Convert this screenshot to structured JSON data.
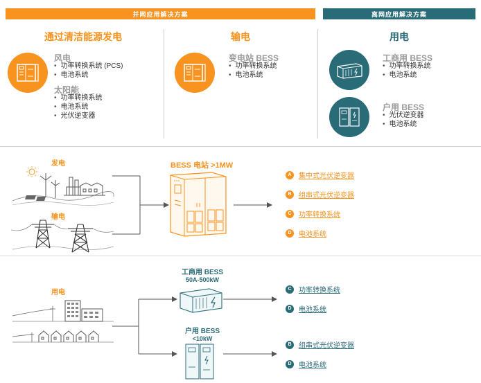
{
  "banners": {
    "grid_tied": "并网应用解决方案",
    "off_grid": "离网应用解决方案"
  },
  "columns": {
    "generation": {
      "title": "通过清洁能源发电",
      "groups": [
        {
          "title": "风电",
          "items": [
            "功率转换系统 (PCS)",
            "电池系统"
          ]
        },
        {
          "title": "太阳能",
          "items": [
            "功率转换系统",
            "电池系统",
            "光伏逆变器"
          ]
        }
      ]
    },
    "transmission": {
      "title": "输电",
      "groups": [
        {
          "title": "变电站 BESS",
          "items": [
            "功率转换系统",
            "电池系统"
          ]
        }
      ]
    },
    "consumption": {
      "title": "用电",
      "groups": [
        {
          "title": "工商用 BESS",
          "items": [
            "功率转换系统",
            "电池系统"
          ]
        },
        {
          "title": "户用 BESS",
          "items": [
            "光伏逆变器",
            "电池系统"
          ]
        }
      ]
    }
  },
  "section2": {
    "generation_label": "发电",
    "transmission_label": "输电",
    "bess_station_label": "BESS 电站 >1MW",
    "options": [
      {
        "letter": "A",
        "text": "集中式光伏逆变器"
      },
      {
        "letter": "B",
        "text": "组串式光伏逆变器"
      },
      {
        "letter": "C",
        "text": "功率转换系统"
      },
      {
        "letter": "D",
        "text": "电池系统"
      }
    ]
  },
  "section3": {
    "consumption_label": "用电",
    "ci_bess": {
      "title": "工商用 BESS",
      "range": "50A-500kW"
    },
    "res_bess": {
      "title": "户用 BESS",
      "range": "<10kW"
    },
    "ci_options": [
      {
        "letter": "C",
        "text": "功率转换系统"
      },
      {
        "letter": "D",
        "text": "电池系统"
      }
    ],
    "res_options": [
      {
        "letter": "B",
        "text": "组串式光伏逆变器"
      },
      {
        "letter": "D",
        "text": "电池系统"
      }
    ]
  },
  "colors": {
    "orange": "#f7931e",
    "teal": "#2a6b78"
  }
}
